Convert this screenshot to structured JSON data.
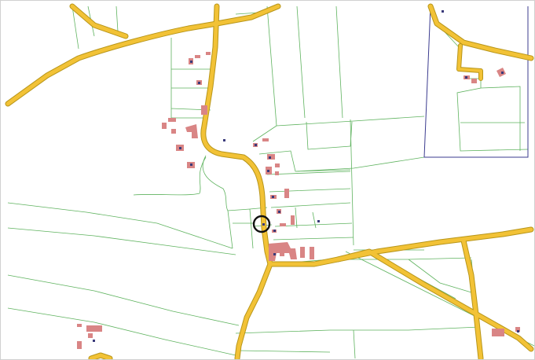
{
  "map": {
    "layers": [
      "parcels",
      "roads",
      "buildings",
      "address-points",
      "district-boundary",
      "selection-marker"
    ],
    "colors": {
      "background": "#ffffff",
      "parcel_line": "#5fb35f",
      "road_fill": "#f2c236",
      "road_casing": "#b8961a",
      "building": "#d98585",
      "address_point": "#3a3a7a",
      "district_boundary": "#3b3b8f",
      "selection_marker": "#111111"
    },
    "selection_marker": {
      "shape": "circle",
      "style": "outline"
    }
  }
}
